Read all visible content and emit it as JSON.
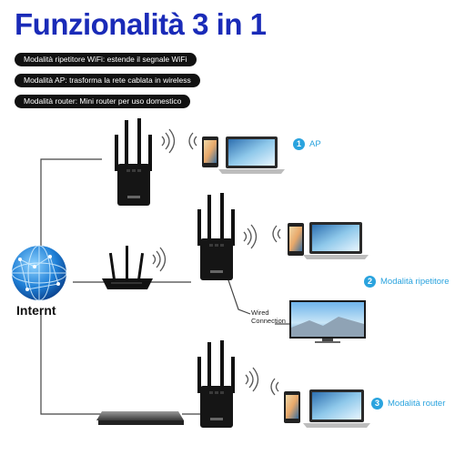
{
  "title": "Funzionalità 3 in 1",
  "features": [
    "Modalità ripetitore WiFi: estende il segnale WiFi",
    "Modalità AP: trasforma la rete cablata in wireless",
    "Modalità router: Mini router per uso domestico"
  ],
  "internet_label": "Internt",
  "modes": [
    {
      "number": "1",
      "label": "AP"
    },
    {
      "number": "2",
      "label": "Modalità ripetitore"
    },
    {
      "number": "3",
      "label": "Modalità router"
    }
  ],
  "wired_connection": {
    "line1": "Wired",
    "line2": "Connection"
  },
  "colors": {
    "title": "#1a2bb8",
    "accent": "#2aa3de",
    "line": "#444444"
  }
}
